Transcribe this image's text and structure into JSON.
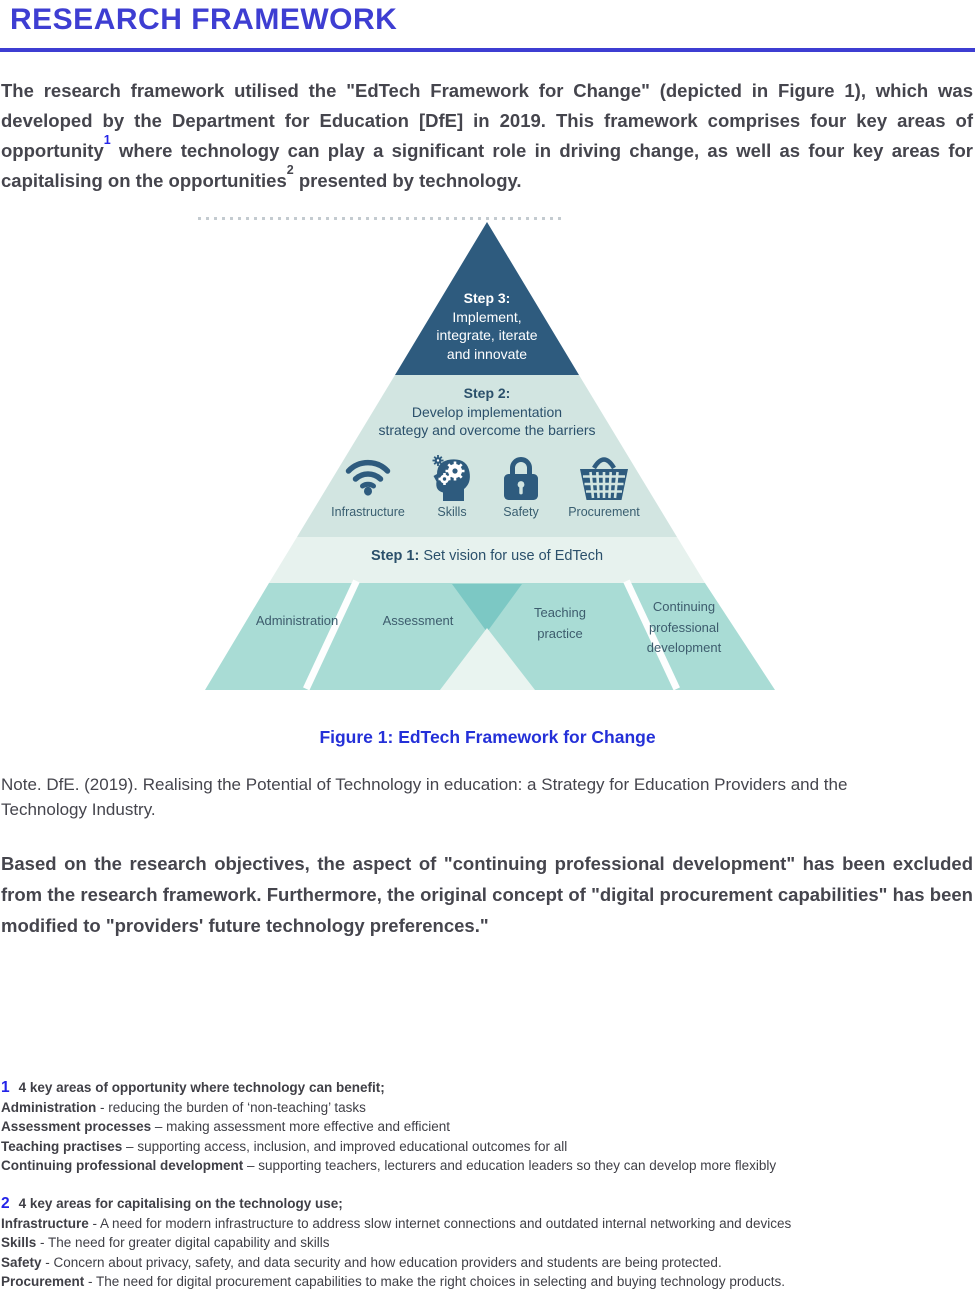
{
  "theme": {
    "accent_blue": "#3e3ed2",
    "caption_blue": "#2430d8",
    "footnote_blue": "#2323e8",
    "body_text": "#45454d",
    "step3": "#2e5b7e",
    "step2": "#d2e5e1",
    "step1": "#e7f2ee",
    "segment": "#a9dcd5",
    "segment_dark": "#7cc8c4",
    "segment_light": "#e9f4f0",
    "pyramid_navy": "#2b506b",
    "segment_label": "#3d5c6d",
    "icon": "#2e5b7e"
  },
  "header": {
    "title": "RESEARCH FRAMEWORK"
  },
  "intro": {
    "text_before_ref1": "The research framework utilised the \"EdTech Framework for Change\" (depicted in Figure 1), which was developed by the Department for Education [DfE] in 2019. This framework comprises four key areas of opportunity",
    "ref1": "1",
    "text_between_refs": " where technology can play a significant role in driving change, as well as four key areas for capitalising on the opportunities",
    "ref2": "2",
    "text_after_ref2": "  presented by technology."
  },
  "figure": {
    "caption": "Figure 1: EdTech Framework for Change",
    "pyramid": {
      "step3": {
        "title": "Step 3:",
        "lines": [
          "Implement,",
          "integrate, iterate",
          "and innovate"
        ]
      },
      "step2": {
        "title": "Step 2:",
        "lines": [
          "Develop implementation",
          "strategy and overcome the barriers"
        ]
      },
      "step1": {
        "bold": "Step 1:",
        "rest": " Set vision for use of EdTech"
      },
      "icons": [
        {
          "icon": "wifi-icon",
          "label": "Infrastructure"
        },
        {
          "icon": "head-gears-icon",
          "label": "Skills"
        },
        {
          "icon": "padlock-icon",
          "label": "Safety"
        },
        {
          "icon": "shopping-basket-icon",
          "label": "Procurement"
        }
      ],
      "segments": [
        "Administration",
        "Assessment",
        "Teaching practice",
        "Continuing professional development"
      ]
    }
  },
  "note": "Note. DfE. (2019). Realising the Potential of Technology in education: a Strategy for Education Providers and the Technology Industry.",
  "paragraph2": "Based on the research objectives, the aspect of \"continuing professional development\" has been excluded from the research framework. Furthermore, the original concept of \"digital procurement capabilities\" has been modified to \"providers' future technology preferences.\"",
  "footnotes": [
    {
      "marker": "1",
      "heading": "4 key areas of opportunity where technology can benefit;",
      "items": [
        {
          "term": "Administration",
          "sep": " - ",
          "desc": "reducing the burden of ‘non-teaching’ tasks"
        },
        {
          "term": "Assessment processes",
          "sep": " – ",
          "desc": "making assessment more effective and efficient"
        },
        {
          "term": "Teaching practises",
          "sep": " – ",
          "desc": "supporting access, inclusion, and improved educational outcomes for all"
        },
        {
          "term": "Continuing professional development",
          "sep": " – ",
          "desc": "supporting teachers, lecturers and education leaders so they can develop more flexibly"
        }
      ]
    },
    {
      "marker": "2",
      "heading": "4 key areas for capitalising on the technology use;",
      "items": [
        {
          "term": "Infrastructure",
          "sep": " - ",
          "desc": "A need for modern infrastructure to address slow internet connections and outdated internal networking and devices"
        },
        {
          "term": "Skills",
          "sep": " - ",
          "desc": "The need for greater digital capability and skills"
        },
        {
          "term": "Safety",
          "sep": " - ",
          "desc": "Concern about privacy, safety, and data security and how education providers and students are being protected."
        },
        {
          "term": "Procurement",
          "sep": " - ",
          "desc": "The need for digital procurement capabilities to make the right choices in selecting and buying technology products."
        }
      ]
    }
  ]
}
